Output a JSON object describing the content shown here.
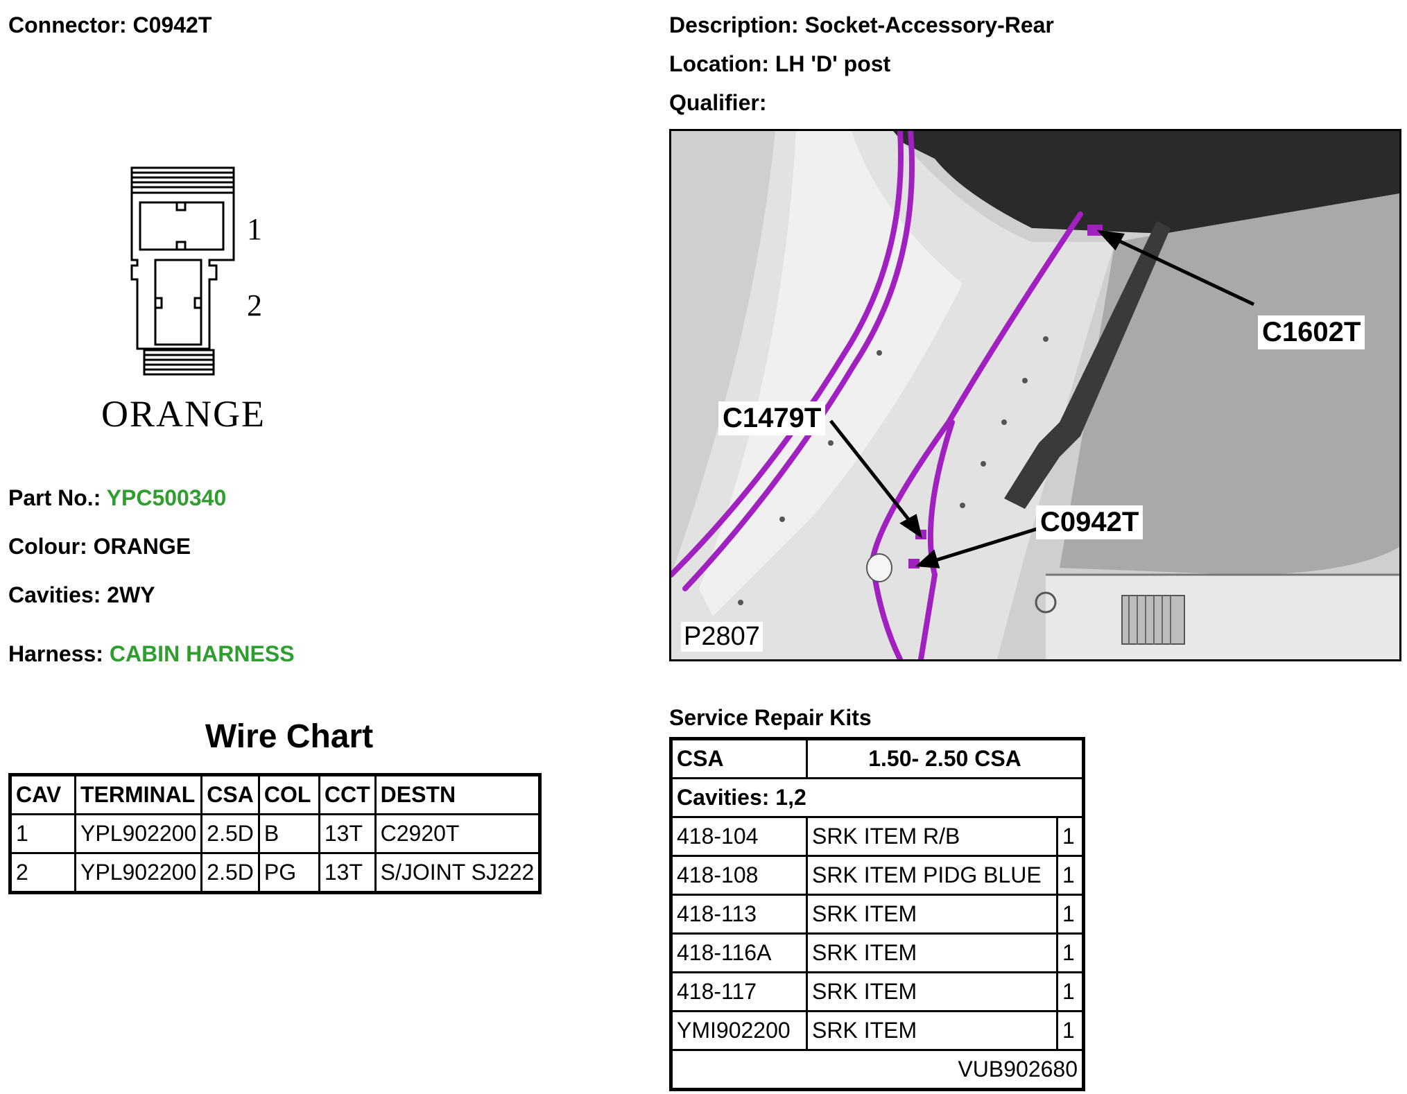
{
  "header": {
    "connector_label": "Connector: C0942T",
    "description_label": "Description: Socket-Accessory-Rear",
    "location_label": "Location: LH 'D' post",
    "qualifier_label": "Qualifier:"
  },
  "diagram": {
    "cavity_1": "1",
    "cavity_2": "2",
    "colour_caption": "ORANGE"
  },
  "details": {
    "part_no_label": "Part No.:",
    "part_no_value": "YPC500340",
    "colour_label": "Colour:",
    "colour_value": "ORANGE",
    "cavities_label": "Cavities:",
    "cavities_value": "2WY",
    "harness_label": "Harness:",
    "harness_value": "CABIN HARNESS"
  },
  "photo": {
    "callout_c1602t": "C1602T",
    "callout_c1479t": "C1479T",
    "callout_c0942t": "C0942T",
    "reference": "P2807",
    "wire_color": "#a020c0"
  },
  "wire_chart": {
    "title": "Wire Chart",
    "headers": [
      "CAV",
      "TERMINAL",
      "CSA",
      "COL",
      "CCT",
      "DESTN"
    ],
    "rows": [
      [
        "1",
        "YPL902200",
        "2.5D",
        "B",
        "13T",
        "C2920T"
      ],
      [
        "2",
        "YPL902200",
        "2.5D",
        "PG",
        "13T",
        "S/JOINT SJ222"
      ]
    ]
  },
  "service_repair_kits": {
    "title": "Service Repair Kits",
    "csa_label": "CSA",
    "csa_range": "1.50- 2.50 CSA",
    "cavities": "Cavities: 1,2",
    "items": [
      [
        "418-104",
        "SRK ITEM R/B",
        "1"
      ],
      [
        "418-108",
        "SRK ITEM PIDG BLUE",
        "1"
      ],
      [
        "418-113",
        "SRK ITEM",
        "1"
      ],
      [
        "418-116A",
        "SRK ITEM",
        "1"
      ],
      [
        "418-117",
        "SRK ITEM",
        "1"
      ],
      [
        "YMI902200",
        "SRK ITEM",
        "1"
      ]
    ],
    "kit_number": "VUB902680"
  }
}
